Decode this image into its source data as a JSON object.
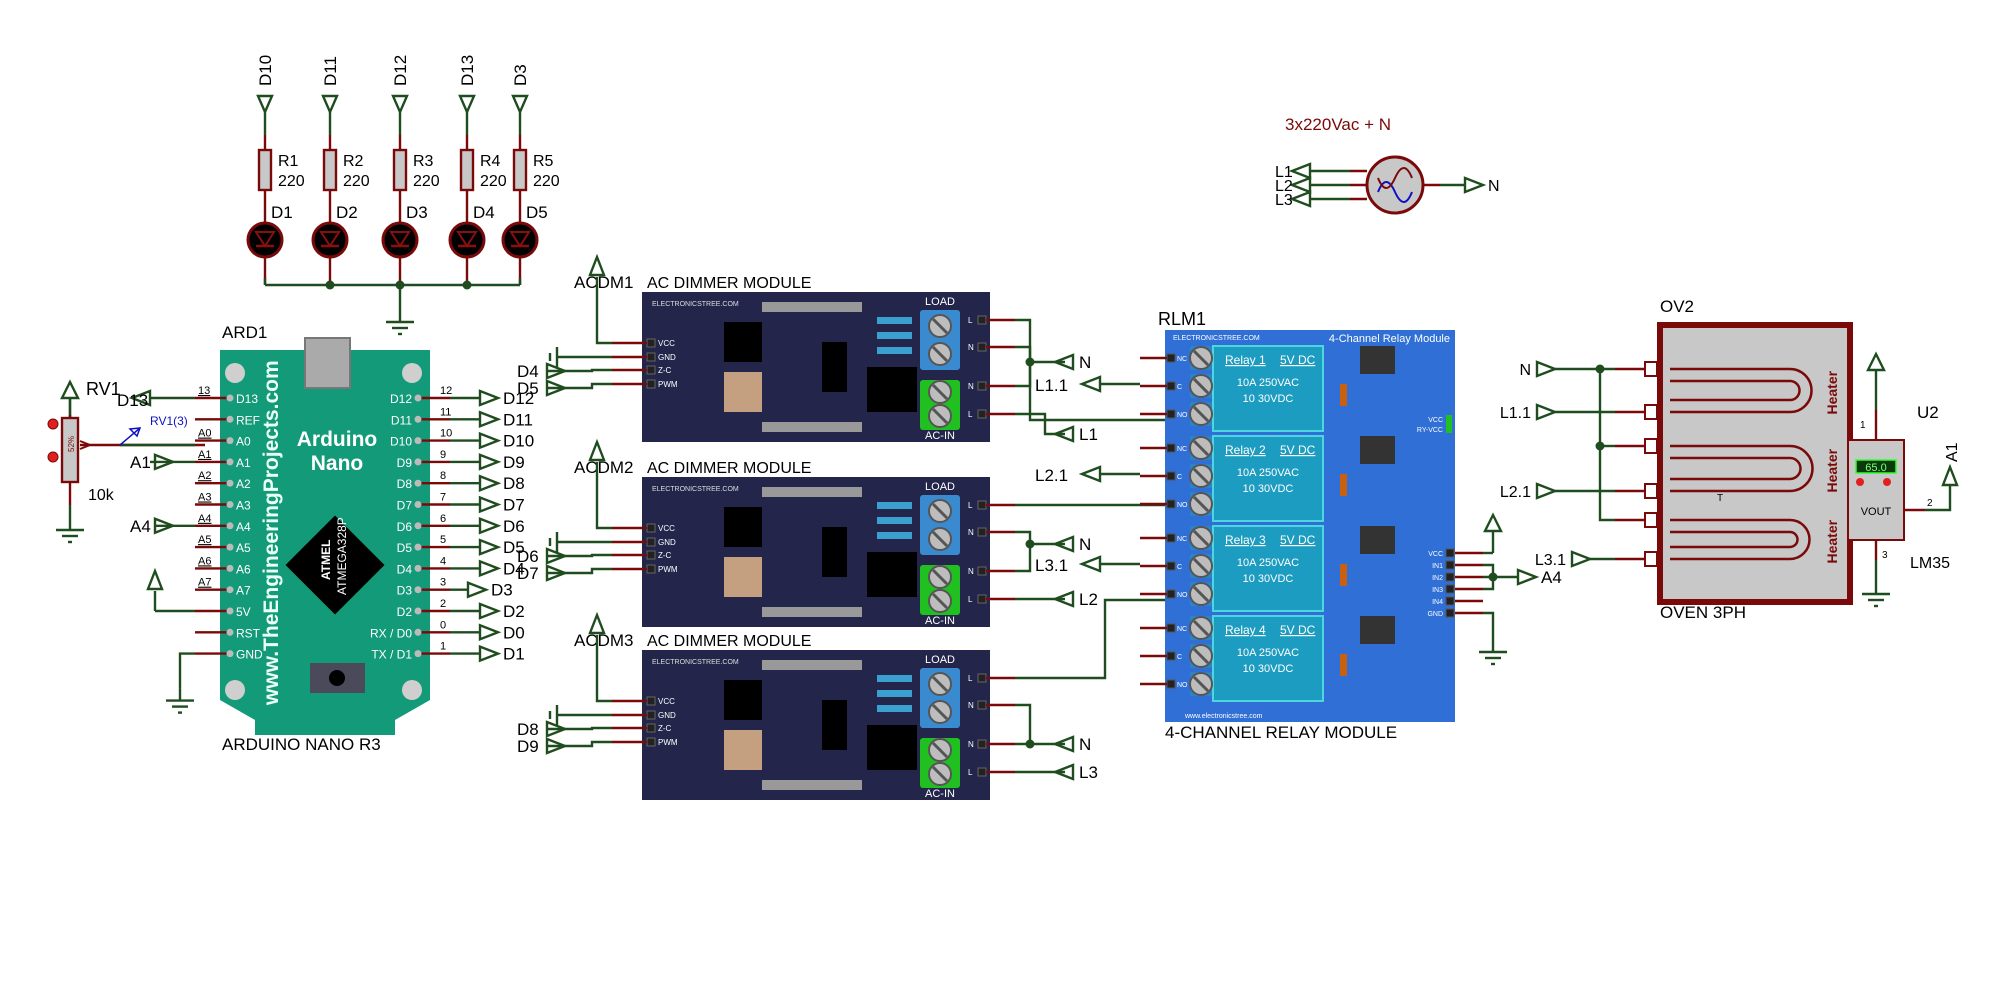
{
  "title": "3-Phase Oven AC Dimmer Control Schematic",
  "leds": [
    {
      "net": "D10",
      "res": "R1",
      "val": "220",
      "led": "D1"
    },
    {
      "net": "D11",
      "res": "R2",
      "val": "220",
      "led": "D2"
    },
    {
      "net": "D12",
      "res": "R3",
      "val": "220",
      "led": "D3"
    },
    {
      "net": "D13",
      "res": "R4",
      "val": "220",
      "led": "D4"
    },
    {
      "net": "D3",
      "res": "R5",
      "val": "220",
      "led": "D5"
    }
  ],
  "pot": {
    "ref": "RV1",
    "value": "10k",
    "percent": "52%",
    "probe": "RV1(3)"
  },
  "arduino": {
    "ref": "ARD1",
    "name": "ARDUINO NANO R3",
    "title1": "Arduino",
    "title2": "Nano",
    "site": "www.TheEngineeringProjects.com",
    "chip1": "ATMEL",
    "chip2": "ATMEGA328P",
    "left_pins": [
      {
        "name": "D13",
        "num": "13",
        "net": "D13"
      },
      {
        "name": "REF",
        "num": "",
        "net": ""
      },
      {
        "name": "A0",
        "num": "A0",
        "net": ""
      },
      {
        "name": "A1",
        "num": "A1",
        "net": "A1"
      },
      {
        "name": "A2",
        "num": "A2",
        "net": ""
      },
      {
        "name": "A3",
        "num": "A3",
        "net": ""
      },
      {
        "name": "A4",
        "num": "A4",
        "net": "A4"
      },
      {
        "name": "A5",
        "num": "A5",
        "net": ""
      },
      {
        "name": "A6",
        "num": "A6",
        "net": ""
      },
      {
        "name": "A7",
        "num": "A7",
        "net": ""
      },
      {
        "name": "5V",
        "num": "",
        "net": ""
      },
      {
        "name": "RST",
        "num": "",
        "net": ""
      },
      {
        "name": "GND",
        "num": "",
        "net": ""
      }
    ],
    "right_pins": [
      {
        "name": "D12",
        "num": "12",
        "net": "D12"
      },
      {
        "name": "D11",
        "num": "11",
        "net": "D11"
      },
      {
        "name": "D10",
        "num": "10",
        "net": "D10"
      },
      {
        "name": "D9",
        "num": "9",
        "net": "D9"
      },
      {
        "name": "D8",
        "num": "8",
        "net": "D8"
      },
      {
        "name": "D7",
        "num": "7",
        "net": "D7"
      },
      {
        "name": "D6",
        "num": "6",
        "net": "D6"
      },
      {
        "name": "D5",
        "num": "5",
        "net": "D5"
      },
      {
        "name": "D4",
        "num": "4",
        "net": "D4"
      },
      {
        "name": "D3",
        "num": "3",
        "net": "D3"
      },
      {
        "name": "D2",
        "num": "2",
        "net": "D2"
      },
      {
        "name": "RX / D0",
        "num": "0",
        "net": "D0"
      },
      {
        "name": "TX /  D1",
        "num": "1",
        "net": "D1"
      }
    ]
  },
  "dimmers": [
    {
      "ref": "ACDM1",
      "type": "AC DIMMER MODULE",
      "zc": "D4",
      "pwm": "D5",
      "n": "N",
      "l": "L1"
    },
    {
      "ref": "ACDM2",
      "type": "AC DIMMER MODULE",
      "zc": "D6",
      "pwm": "D7",
      "n": "N",
      "l": "L2"
    },
    {
      "ref": "ACDM3",
      "type": "AC DIMMER MODULE",
      "zc": "D8",
      "pwm": "D9",
      "n": "N",
      "l": "L3"
    }
  ],
  "dimmer_common": {
    "brand": "ELECTRONICSTREE.COM",
    "pins": [
      "VCC",
      "GND",
      "Z-C",
      "PWM"
    ],
    "load": "LOAD",
    "acin": "AC-IN",
    "out_pins": [
      "L",
      "N",
      "N",
      "L"
    ]
  },
  "relay": {
    "ref": "RLM1",
    "name": "4-CHANNEL RELAY MODULE",
    "brand": "ELECTRONICSTREE.COM",
    "header": "4-Channel Relay Module",
    "footer": "www.electronicstree.com",
    "relays": [
      {
        "name": "Relay 1",
        "coil": "5V DC",
        "rate1": "10A  250VAC",
        "rate2": "10 30VDC"
      },
      {
        "name": "Relay 2",
        "coil": "5V DC",
        "rate1": "10A  250VAC",
        "rate2": "10 30VDC"
      },
      {
        "name": "Relay 3",
        "coil": "5V DC",
        "rate1": "10A  250VAC",
        "rate2": "10 30VDC"
      },
      {
        "name": "Relay 4",
        "coil": "5V DC",
        "rate1": "10A  250VAC",
        "rate2": "10 30VDC"
      }
    ],
    "contact_pins": [
      "NC",
      "C",
      "NO"
    ],
    "ctrl_pins": [
      "VCC",
      "IN1",
      "IN2",
      "IN3",
      "IN4",
      "GND"
    ],
    "jumper_labels": [
      "VCC",
      "RY-VCC"
    ],
    "com_nets": [
      "L1.1",
      "L2.1",
      "L3.1"
    ],
    "in_net": "A4"
  },
  "supply": {
    "label": "3x220Vac + N",
    "outs": [
      "L1",
      "L2",
      "L3"
    ],
    "neutral": "N"
  },
  "oven": {
    "ref": "OV2",
    "name": "OVEN 3PH",
    "heater": "Heater",
    "inputs": [
      "N",
      "L1.1",
      "L2.1",
      "L3.1"
    ],
    "t_mark": "T"
  },
  "sensor": {
    "ref": "U2",
    "name": "LM35",
    "reading": "65.0",
    "pin_label": "VOUT",
    "pins": [
      "1",
      "2",
      "3"
    ],
    "net": "A1"
  }
}
